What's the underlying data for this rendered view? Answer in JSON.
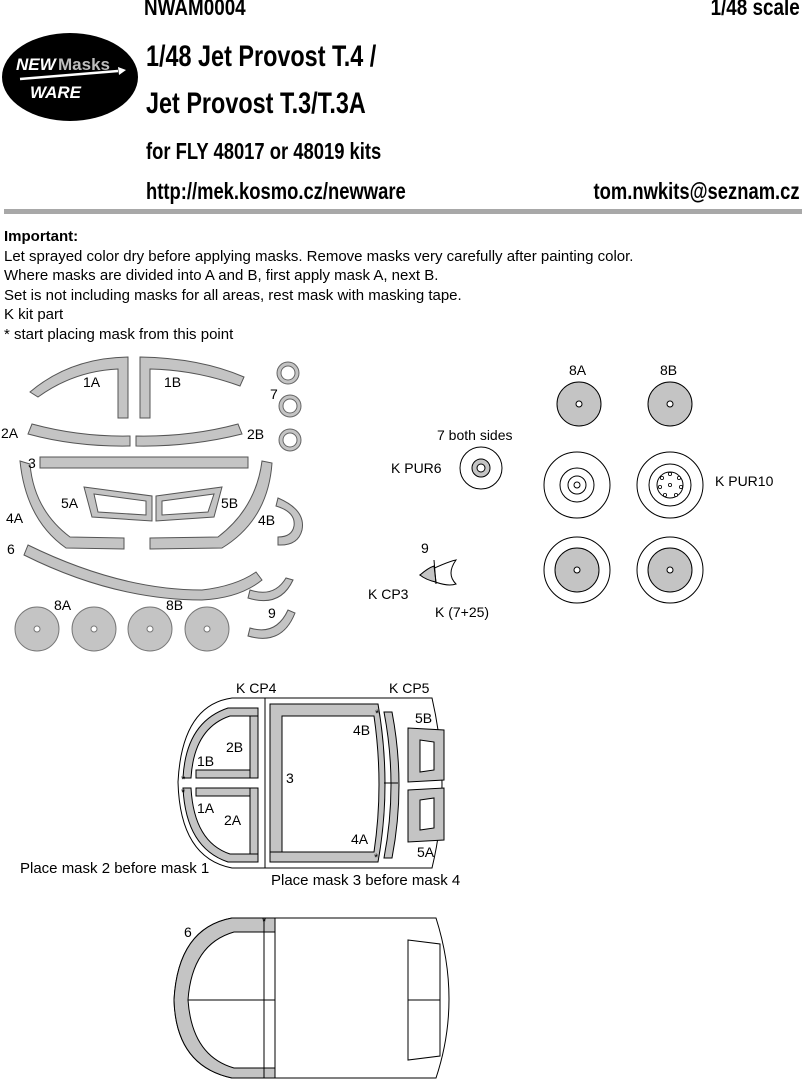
{
  "header": {
    "code": "NWAM0004",
    "scale": "1/48 scale",
    "title_line1": "1/48 Jet Provost T.4 /",
    "title_line2": "Jet Provost T.3/T.3A",
    "subtitle": "for FLY 48017 or 48019 kits",
    "url": "http://mek.kosmo.cz/newware",
    "email": "tom.nwkits@seznam.cz"
  },
  "logo": {
    "line1_a": "NEW",
    "line1_b": "Masks",
    "line2": "WARE"
  },
  "instructions": {
    "heading": "Important:",
    "lines": [
      "Let sprayed color dry before applying masks. Remove masks very carefully after painting color.",
      "Where masks are divided into A and B, first apply mask A, next B.",
      "Set is not including masks for all areas, rest mask with masking tape.",
      "K kit part",
      "*  start placing mask from this point"
    ]
  },
  "mask_labels": {
    "m1A": "1A",
    "m1B": "1B",
    "m2A": "2A",
    "m2B": "2B",
    "m3": "3",
    "m4A": "4A",
    "m4B": "4B",
    "m5A": "5A",
    "m5B": "5B",
    "m6": "6",
    "m7": "7",
    "m8A": "8A",
    "m8B": "8B",
    "m9": "9"
  },
  "wheel_labels": {
    "w8A": "8A",
    "w8B": "8B",
    "seven_both": "7 both sides",
    "kpur6": "K PUR6",
    "kpur10": "K PUR10",
    "n9": "9",
    "kcp3": "K CP3",
    "k725": "K (7+25)"
  },
  "canopy_labels": {
    "kcp4": "K CP4",
    "kcp5": "K CP5",
    "c2B": "2B",
    "c1B": "1B",
    "c1A": "1A",
    "c2A": "2A",
    "c3": "3",
    "c4B": "4B",
    "c4A": "4A",
    "c5B": "5B",
    "c5A": "5A",
    "c6": "6",
    "star": "*",
    "note1": "Place mask 2 before mask 1",
    "note2": "Place mask 3 before mask 4"
  },
  "colors": {
    "mask_fill": "#c4c4c4",
    "outline": "#000000",
    "rule": "#a8a8a8"
  }
}
